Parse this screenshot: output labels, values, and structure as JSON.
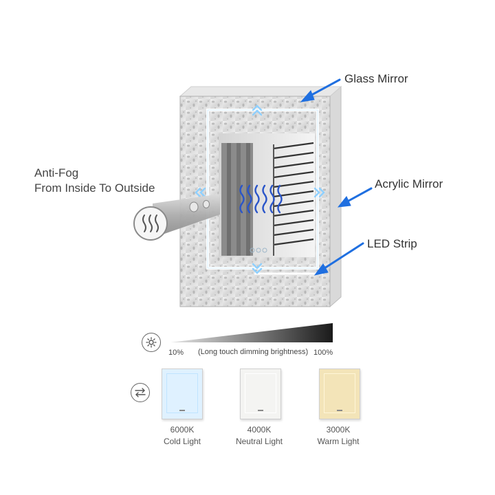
{
  "callouts": {
    "glass_mirror": "Glass Mirror",
    "acrylic_mirror": "Acrylic Mirror",
    "led_strip": "LED Strip",
    "anti_fog_line1": "Anti-Fog",
    "anti_fog_line2": "From Inside To Outside"
  },
  "dimming": {
    "min_label": "10%",
    "hint": "(Long touch dimming brightness)",
    "max_label": "100%",
    "icon": "brightness-icon"
  },
  "color_temperature": {
    "icon": "swap-arrows-icon",
    "options": [
      {
        "kelvin": "6000K",
        "name": "Cold Light",
        "color": "#dff1ff"
      },
      {
        "kelvin": "4000K",
        "name": "Neutral Light",
        "color": "#f4f4f2"
      },
      {
        "kelvin": "3000K",
        "name": "Warm Light",
        "color": "#f3e4b8"
      }
    ]
  },
  "colors": {
    "arrow_blue": "#1f6fe0",
    "led_cyan": "#9fd6ff"
  }
}
